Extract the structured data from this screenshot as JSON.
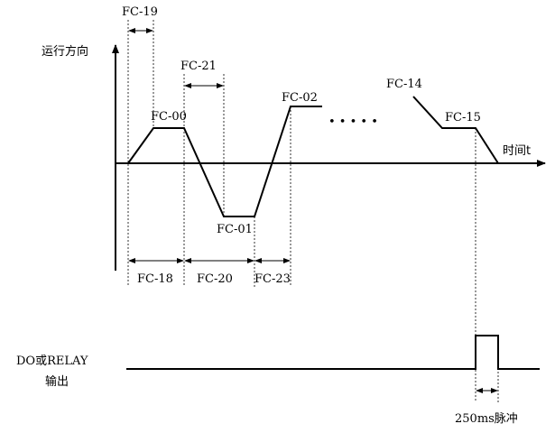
{
  "axes": {
    "y_label": "运行方向",
    "x_label": "时间t"
  },
  "labels": {
    "fc19": "FC-19",
    "fc21": "FC-21",
    "fc00": "FC-00",
    "fc02": "FC-02",
    "fc14": "FC-14",
    "fc15": "FC-15",
    "fc01": "FC-01",
    "fc18": "FC-18",
    "fc20": "FC-20",
    "fc23": "FC-23",
    "ellipsis": "• • • • •"
  },
  "output": {
    "label_line1": "DO或RELAY",
    "label_line2": "输出",
    "pulse_label": "250ms脉冲"
  }
}
